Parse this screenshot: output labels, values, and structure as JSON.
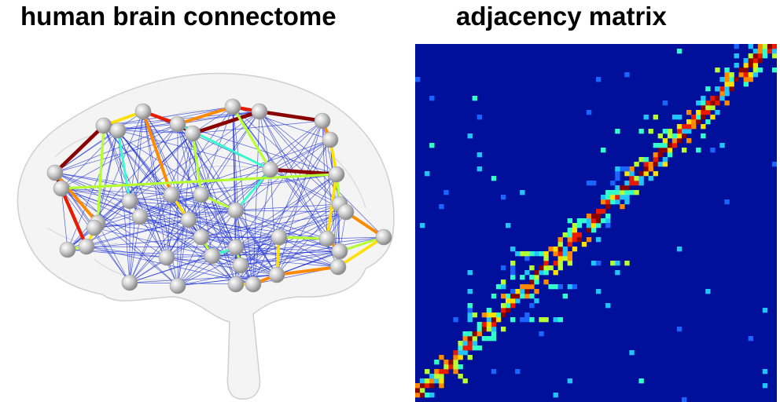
{
  "titles": {
    "left": "human brain connectome",
    "right": "adjacency matrix"
  },
  "colors": {
    "background": "#ffffff",
    "brain_outline": "#d8d8d8",
    "node": "#c4c4c4",
    "matrix_bg": "#00109a",
    "weak_edge": "#1a2dd6",
    "jet_scale": [
      "#00109a",
      "#1a64ff",
      "#22c4ff",
      "#33ffcc",
      "#b6ff33",
      "#ffe000",
      "#ff8a00",
      "#e81a00",
      "#8a0000"
    ]
  },
  "matrix": {
    "cluster_count": 2,
    "colormap": "jet"
  }
}
